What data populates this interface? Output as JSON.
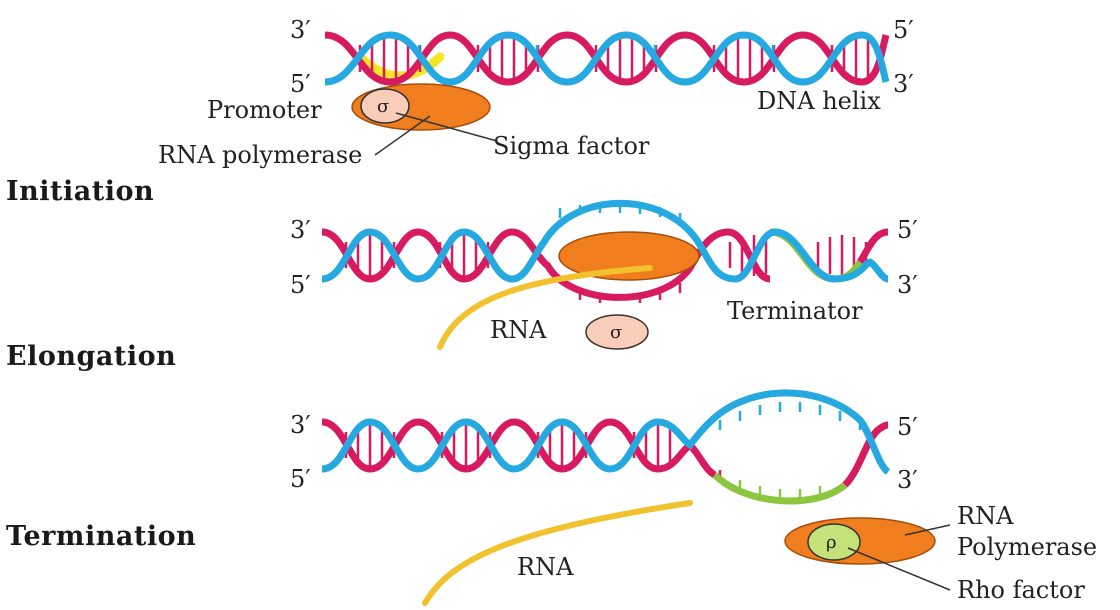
{
  "stages": {
    "initiation": "Initiation",
    "elongation": "Elongation",
    "termination": "Termination"
  },
  "ends": {
    "three_prime": "3′",
    "five_prime": "5′"
  },
  "labels": {
    "promoter": "Promoter",
    "rna_polymerase": "RNA polymerase",
    "sigma_factor": "Sigma factor",
    "dna_helix": "DNA helix",
    "rna_elongation": "RNA",
    "terminator": "Terminator",
    "rna_termination": "RNA",
    "rna_polymerase_line1": "RNA",
    "rna_polymerase_line2": "Polymerase",
    "rho_factor": "Rho factor"
  },
  "symbols": {
    "sigma": "σ",
    "rho": "ρ"
  },
  "colors": {
    "strand_blue": "#26a9e0",
    "strand_red": "#d81b60",
    "polymerase": "#f07d1e",
    "sigma_fill": "#f9cdb8",
    "rho_fill": "#c5e17a",
    "rna": "#f2c12e",
    "promoter": "#f5e625",
    "terminator": "#8cc63f"
  }
}
